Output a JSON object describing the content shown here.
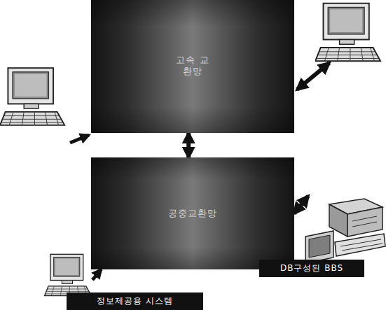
{
  "diagram": {
    "nodes": [
      {
        "text": [
          "고속 교환망"
        ]
      },
      {
        "text": [
          "공중교환망"
        ]
      },
      {
        "text": [
          "DB구성된 BBS"
        ]
      },
      {
        "text": [
          "정보제공용 시스템"
        ]
      }
    ],
    "edges": [
      {
        "from": 0,
        "to": 1,
        "arrow": "both"
      },
      {
        "from": 1,
        "to": 2,
        "arrow": "both"
      },
      {
        "from": 3,
        "to": 1,
        "arrow": "to"
      }
    ]
  }
}
